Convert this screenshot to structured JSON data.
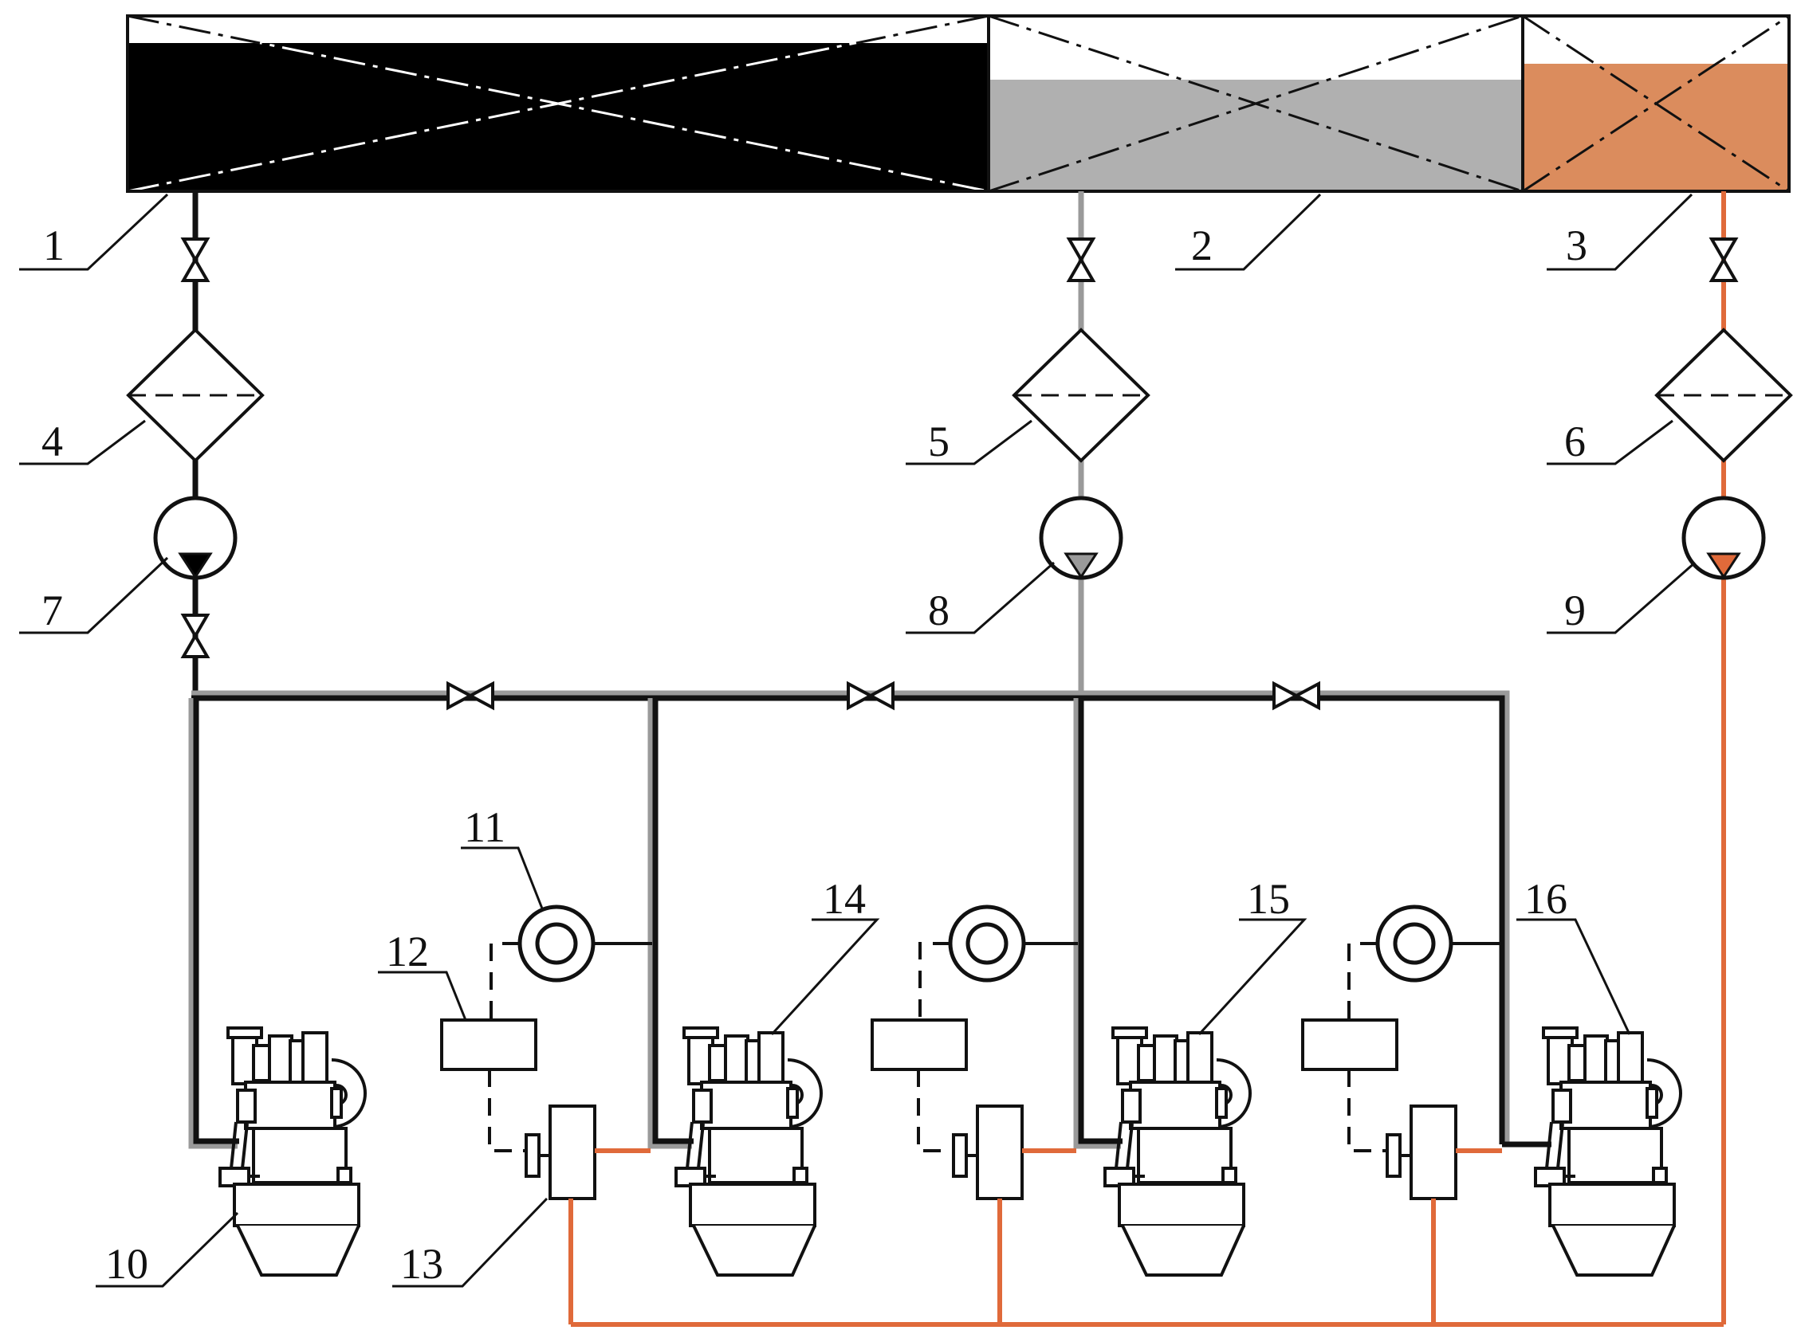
{
  "colors": {
    "tank_1_fluid": "#000000",
    "tank_2_fluid": "#b0b0b0",
    "tank_3_fluid": "#db8c5d",
    "line_black": "#111111",
    "line_grey": "#9a9a9a",
    "line_orange": "#e06a3a"
  },
  "labels": {
    "tank_1": "1",
    "tank_2": "2",
    "tank_3": "3",
    "filter_4": "4",
    "filter_5": "5",
    "filter_6": "6",
    "pump_7": "7",
    "pump_8": "8",
    "pump_9": "9",
    "engine_10": "10",
    "compressor_11": "11",
    "controller_12": "12",
    "unit_13": "13",
    "engine_14": "14",
    "engine_15": "15",
    "engine_16": "16"
  },
  "icons": {
    "valve": "gate-valve-icon",
    "filter": "filter-icon",
    "pump": "pump-icon",
    "engine": "engine-icon"
  }
}
